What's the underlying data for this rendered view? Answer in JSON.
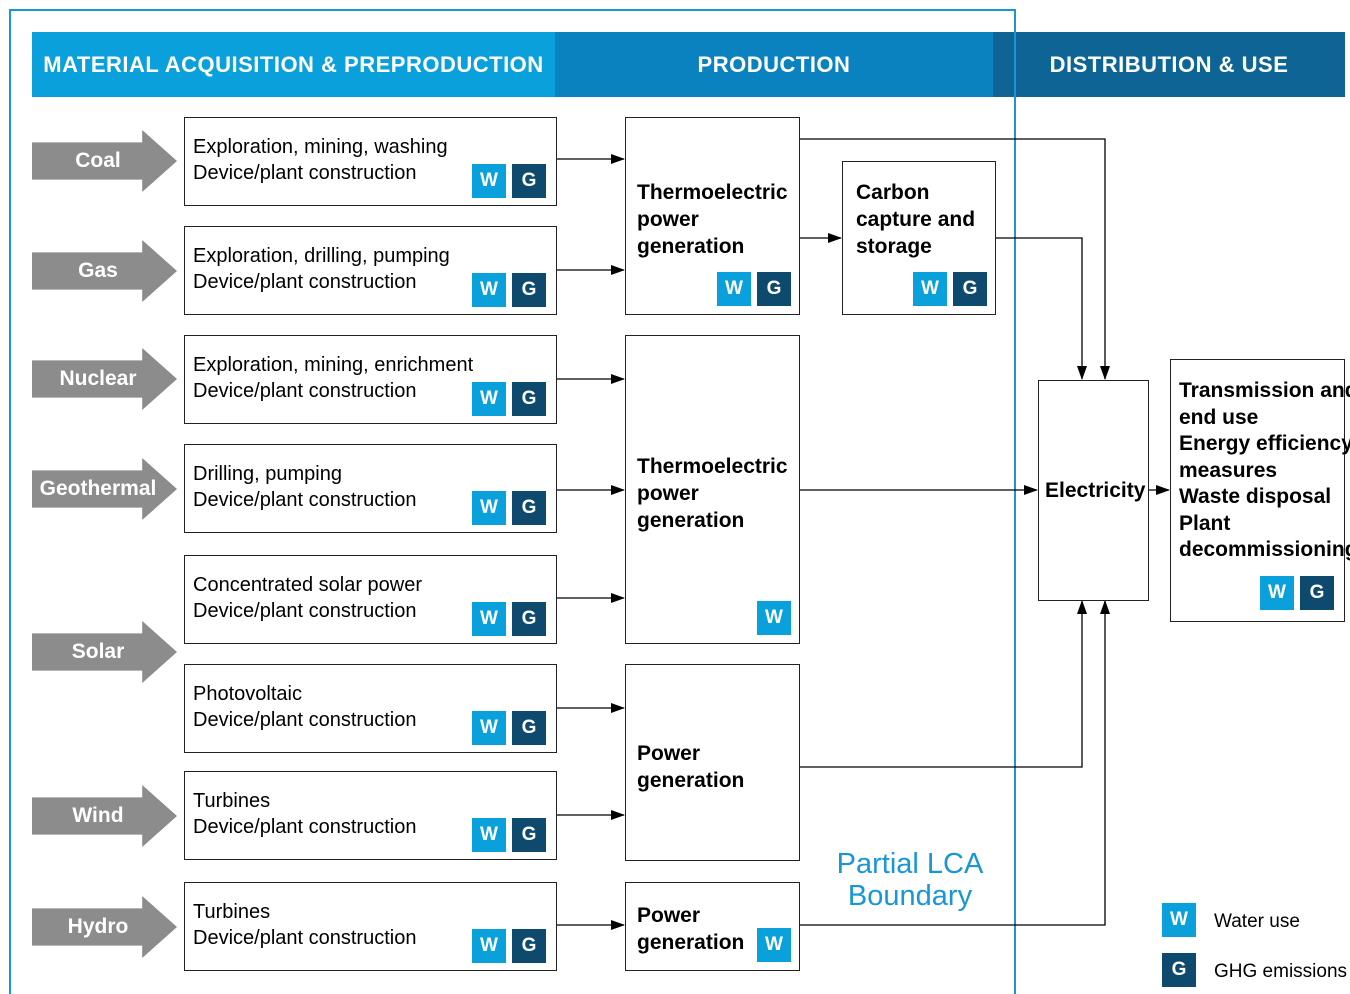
{
  "headers": {
    "material": "MATERIAL ACQUISITION & PREPRODUCTION",
    "production": "PRODUCTION",
    "distribution": "DISTRIBUTION & USE"
  },
  "sources": [
    "Coal",
    "Gas",
    "Nuclear",
    "Geothermal",
    "Solar",
    "Wind",
    "Hydro"
  ],
  "stages": [
    {
      "line1": "Exploration, mining, washing",
      "line2": "Device/plant construction"
    },
    {
      "line1": "Exploration, drilling, pumping",
      "line2": "Device/plant construction"
    },
    {
      "line1": "Exploration, mining, enrichment",
      "line2": "Device/plant construction"
    },
    {
      "line1": "Drilling, pumping",
      "line2": "Device/plant construction"
    },
    {
      "line1": "Concentrated solar power",
      "line2": "Device/plant construction"
    },
    {
      "line1": "Photovoltaic",
      "line2": "Device/plant construction"
    },
    {
      "line1": "Turbines",
      "line2": "Device/plant construction"
    },
    {
      "line1": "Turbines",
      "line2": "Device/plant construction"
    }
  ],
  "production": {
    "thermo1": [
      "Thermoelectric",
      "power",
      "generation"
    ],
    "ccs": [
      "Carbon",
      "capture and",
      "storage"
    ],
    "thermo2": [
      "Thermoelectric",
      "power",
      "generation"
    ],
    "power1": [
      "Power",
      "generation"
    ],
    "power2": [
      "Power",
      "generation"
    ]
  },
  "electricity": "Electricity",
  "enduse": [
    "Transmission and",
    "end use",
    "Energy efficiency",
    "measures",
    "Waste disposal",
    "Plant",
    "decommissioning"
  ],
  "badges": {
    "w": "W",
    "g": "G"
  },
  "boundary": [
    "Partial LCA",
    "Boundary"
  ],
  "legend": {
    "water": "Water use",
    "ghg": "GHG emissions"
  },
  "colors": {
    "water": "#0aa0dc",
    "ghg": "#0e4a6e",
    "header_light": "#0aa0dc",
    "header_mid": "#0b82c0",
    "header_dark": "#0e6595",
    "arrow_gray": "#8c8c8c",
    "boundary": "#1896d6"
  }
}
